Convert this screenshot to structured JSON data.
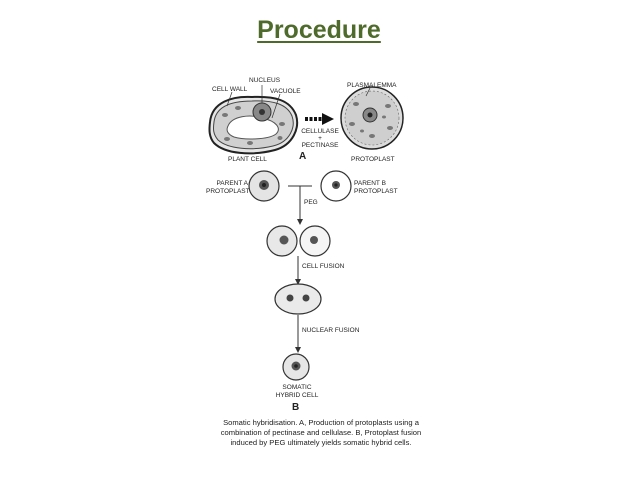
{
  "slide": {
    "title": "Procedure"
  },
  "figure": {
    "labels": {
      "nucleus": "NUCLEUS",
      "cell_wall": "CELL WALL",
      "vacuole": "VACUOLE",
      "plasmalemma": "PLASMALEMMA",
      "enzymes": "CELLULASE\n+\nPECTINASE",
      "plant_cell": "PLANT CELL",
      "panel_a": "A",
      "protoplast": "PROTOPLAST",
      "parent_a": "PARENT A\nPROTOPLAST",
      "parent_b": "PARENT B\nPROTOPLAST",
      "peg": "PEG",
      "cell_fusion": "CELL FUSION",
      "nuclear_fusion": "NUCLEAR FUSION",
      "hybrid": "SOMATIC\nHYBRID CELL",
      "panel_b": "B"
    },
    "caption": "Somatic hybridisation. A, Production of protoplasts using a combination of pectinase and cellulase. B, Protoplast fusion induced by PEG ultimately yields somatic hybrid cells."
  }
}
